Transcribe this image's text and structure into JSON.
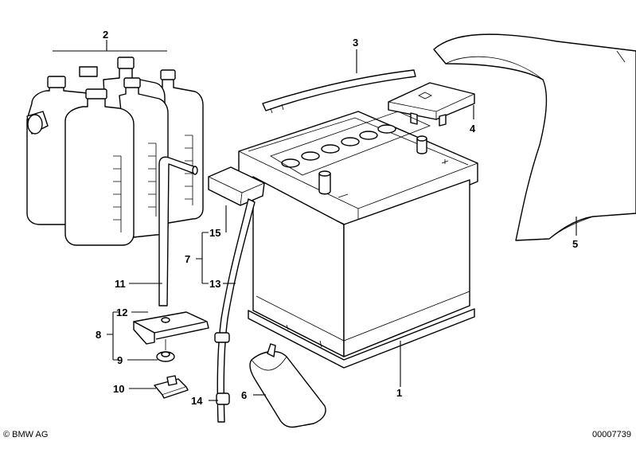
{
  "callouts": {
    "c1": "1",
    "c2": "2",
    "c3": "3",
    "c4": "4",
    "c5": "5",
    "c6": "6",
    "c7": "7",
    "c8": "8",
    "c9": "9",
    "c10": "10",
    "c11": "11",
    "c12": "12",
    "c13": "13",
    "c14": "14",
    "c15": "15"
  },
  "footer": {
    "copyright": "© BMW AG",
    "drawing_number": "00007739"
  }
}
